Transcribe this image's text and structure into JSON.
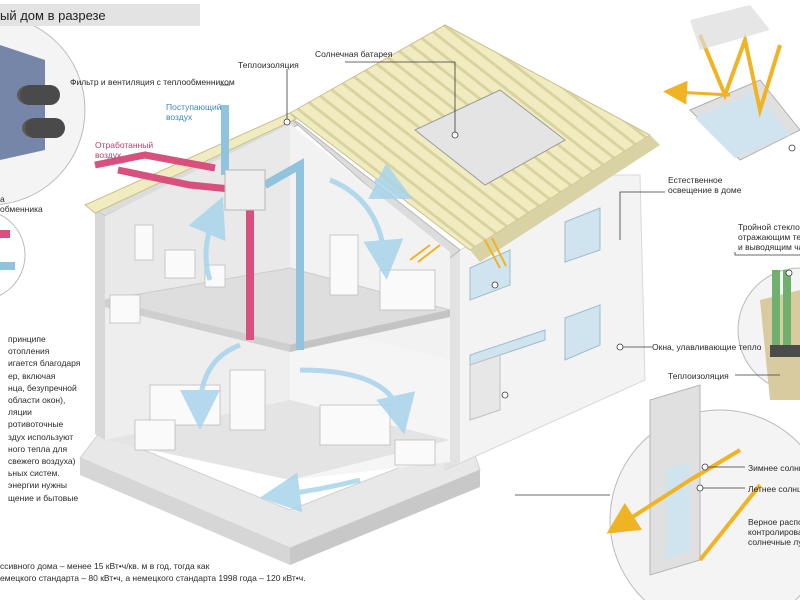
{
  "title": "ый дом в разрезе",
  "labels": {
    "filter_ventilation": "Фильтр и вентиляция с теплообменником",
    "insulation_roof": "Теплоизоляция",
    "solar_panel": "Солнечная батарея",
    "incoming_air_1": "Поступающий",
    "incoming_air_2": "воздух",
    "exhaust_air_1": "Отработанный",
    "exhaust_air_2": "воздух",
    "natural_light_1": "Естественное",
    "natural_light_2": "освещение в доме",
    "triple_glazing_1": "Тройной стеклопа",
    "triple_glazing_2": "отражающим тепл",
    "triple_glazing_3": "и выводящим час",
    "windows_heat": "Окна, улавливающие тепло",
    "insulation_side": "Теплоизоляция",
    "winter_sun": "Зимнее солнц",
    "summer_sun": "Летнее солнц",
    "correct_1": "Верное распол",
    "correct_2": "контролироват",
    "correct_3": "солнечные луч",
    "exchanger_1": "а",
    "exchanger_2": "обменника"
  },
  "left_text": [
    "принципе",
    "отопления",
    "игается благодаря",
    "ер, включая",
    "нца, безупречной",
    "области окон),",
    "ляции",
    "ротивоточные",
    "здух используют",
    "ного тепла для",
    " свежего воздуха)",
    "ьных систем.",
    "энергии нужны",
    "щение и бытовые"
  ],
  "bottom_text": [
    "ссивного дома – менее 15 кВт•ч/кв. м в год, тогда как",
    "емецкого стандарта – 80 кВт•ч, а немецкого стандарта 1998 года – 120 кВт•ч."
  ],
  "colors": {
    "roof": "#f1ecc0",
    "roof_stripe": "#d9d3a0",
    "wall": "#f0f0f0",
    "interior": "#e6e6e6",
    "pink_duct": "#d9507f",
    "blue_duct": "#8fc3de",
    "arrow_blue": "#a8d4ec",
    "glass": "#cfe4ef",
    "sun": "#f0b323",
    "outline": "#3a3a3a"
  }
}
